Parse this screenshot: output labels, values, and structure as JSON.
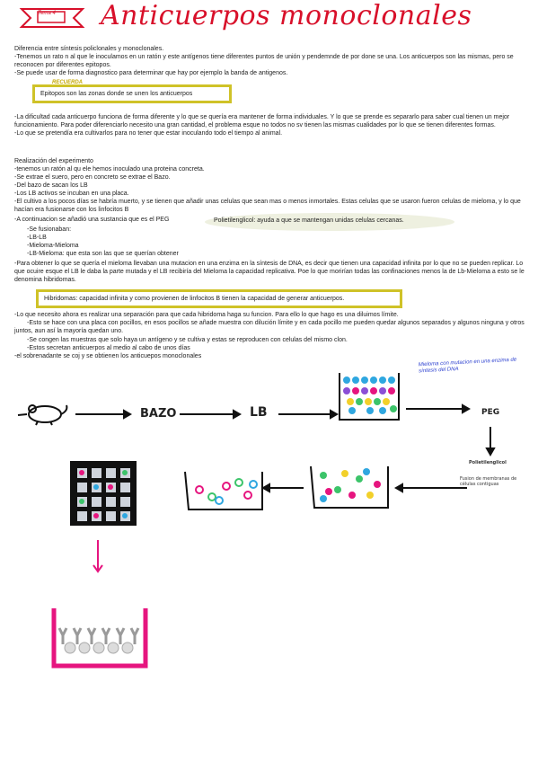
{
  "header": {
    "tag": "Tema 4",
    "title": "Anticuerpos monoclonales"
  },
  "section1": {
    "text": "Diferencia entre síntesis policlonales y monoclonales.\n-Tenemos un rato n al que le inoculamos en un ratón y este antígenos tiene diferentes puntos de unión y pendemnde de por done se una. Los anticuerpos son las mismas, pero se reconocen por diferentes epitopos.\n-Se puede usar de forma diagnostico para determinar que hay por ejemplo la banda de antigenos.",
    "recuerda_label": "RECUERDA",
    "recuerda_box": "Epitopos son las zonas donde se unen los anticuerpos"
  },
  "section2": {
    "text": "-La dificultad cada anticuerpo funciona de forma diferente y lo que se quería era mantener de forma individuales. Y lo que se prende es separarlo para saber cual tienen un mejor funcionamiento. Para poder diferenciarlo necesito una gran cantidad, el problema esque no todos no sv tienen las mismas cualidades por lo que se tienen diferentes formas.\n-Lo que se pretendía era cultivarlos para no tener que estar inoculando todo el tiempo al animal."
  },
  "section3": {
    "lines_a": "Realización del experimento\n-tenemos un ratón al qu ele hemos inoculado una proteina concreta.\n-Se extrae el suero, pero en concreto se extrae el Bazo.\n-Del bazo de sacan los LB\n-Los LB activos se incuban en una placa.\n-El cultivo a los pocos días se habría muerto, y se tienen que añadir unas celulas que sean mas o menos inmortales. Estas celulas que se usaron fueron celulas de mieloma, y lo que hacían era fusionarse con los linfocitos B",
    "peg_line": "-A continuacion se añadió una sustancia que es el PEG",
    "peg_note": "Polietilenglicol: ayuda a que se mantengan unidas celulas cercanas.",
    "fusion_lines": "-Se fusionaban:\n   -LB-LB\n   -Mieloma-Mieloma\n   -LB-Mieloma: que esta son las que se querían obtener",
    "lines_b": "-Para obtener lo que se quería el mieloma llevaban una mutacion en una enzima en la síntesis de DNA, es decir que tienen una capacidad infinita por lo que no se pueden replicar. Lo que ocuire esque el LB le daba la parte mutada y el LB recibiría del Mieloma la capacidad replicativa. Poe lo que morirían todas las confinaciones menos la de Lb-Mieloma a esto se le denomina hibridomas."
  },
  "hibridomas_box": "Hibridomas: capacidad infinita y como provienen de linfocitos B tienen la capacidad de generar anticuerpos.",
  "section4": {
    "line1": "-Lo que necesito ahora es realizar una separación para que cada hibridoma haga su funcion. Para ello lo que hago es una diluimos límite.",
    "line2": "-Esto se hace con una placa con pocillos, en esos pocillos se añade muestra con dilución límite y en cada pocillo me pueden quedar algunos separados y algunos ninguna y otros juntos, aun así la mayoría quedan uno.",
    "line3": "-Se congen las muestras que solo haya un antígeno y se cultiva y estas se reproducen con celulas del mismo clon.",
    "line4": "-Estos secretan anticuerpos al medio al cabo de unos días",
    "line5": "-el sobrenadante se coj y se obtienen los anticuepos monoclonales"
  },
  "diagram": {
    "bazo": "BAZO",
    "lb": "LB",
    "peg": "PEG",
    "mieloma_note": "Mieloma con mutacion en una enzima de síntesis del DNA",
    "polietilenglicol": "Polietilenglicol",
    "fusion_note": "Fusion de membranas de células contiguas"
  },
  "colors": {
    "accent_red": "#d8102a",
    "box_yellow": "#cfc228",
    "magenta": "#e6157f",
    "blue_note": "#2b3fcf"
  }
}
